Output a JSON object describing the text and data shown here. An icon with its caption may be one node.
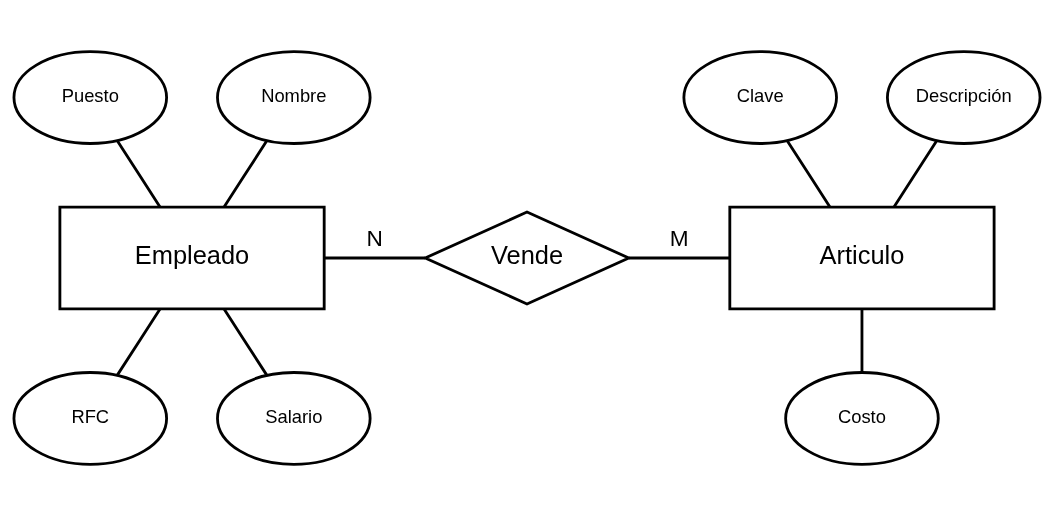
{
  "diagram": {
    "nodes": [
      {
        "text": [
          "Puesto"
        ]
      },
      {
        "text": [
          "Nombre"
        ]
      },
      {
        "text": [
          "Empleado"
        ]
      },
      {
        "text": [
          "Vende"
        ]
      },
      {
        "text": [
          "Articulo"
        ]
      },
      {
        "text": [
          "Clave"
        ]
      },
      {
        "text": [
          "Descripción"
        ]
      },
      {
        "text": [
          "RFC"
        ]
      },
      {
        "text": [
          "Salario"
        ]
      },
      {
        "text": [
          "Costo"
        ]
      }
    ],
    "edges": [
      {
        "from": 0,
        "to": 2,
        "arrow": "none"
      },
      {
        "from": 1,
        "to": 2,
        "arrow": "none"
      },
      {
        "from": 2,
        "to": 3,
        "arrow": "none",
        "label": "N"
      },
      {
        "from": 3,
        "to": 4,
        "arrow": "none",
        "label": "M"
      },
      {
        "from": 5,
        "to": 4,
        "arrow": "none"
      },
      {
        "from": 6,
        "to": 4,
        "arrow": "none"
      },
      {
        "from": 2,
        "to": 7,
        "arrow": "none"
      },
      {
        "from": 2,
        "to": 8,
        "arrow": "none"
      },
      {
        "from": 4,
        "to": 9,
        "arrow": "none"
      }
    ]
  }
}
